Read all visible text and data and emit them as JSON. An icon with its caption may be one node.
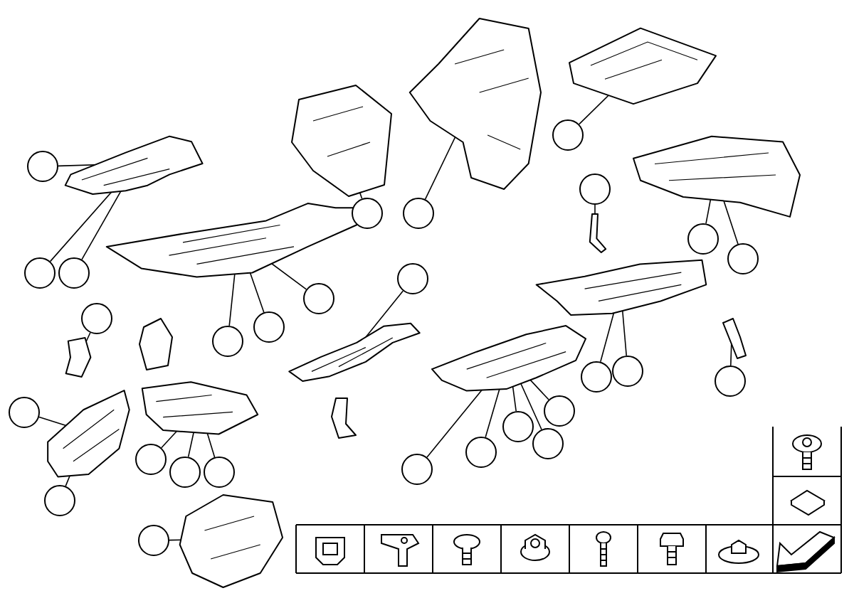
{
  "diagram": {
    "nodes": [
      {
        "text": [],
        "shape": "picture"
      },
      {
        "text": [],
        "shape": "picture"
      },
      {
        "text": [],
        "shape": "picture"
      },
      {
        "text": [],
        "shape": "picture"
      },
      {
        "text": [],
        "shape": "picture"
      },
      {
        "text": [],
        "shape": "picture"
      },
      {
        "text": [],
        "shape": "picture"
      },
      {
        "text": [],
        "shape": "picture"
      },
      {
        "text": [],
        "shape": "picture"
      },
      {
        "text": [],
        "shape": "picture"
      },
      {
        "text": [],
        "shape": "picture"
      },
      {
        "text": [],
        "shape": "picture"
      },
      {
        "text": [],
        "shape": "picture"
      },
      {
        "text": [],
        "shape": "picture"
      },
      {
        "text": [],
        "shape": "picture"
      },
      {
        "text": [],
        "shape": "picture"
      },
      {
        "text": [],
        "shape": "picture"
      },
      {
        "text": [],
        "shape": "circle"
      },
      {
        "text": [],
        "shape": "circle"
      },
      {
        "text": [],
        "shape": "circle"
      },
      {
        "text": [],
        "shape": "circle"
      },
      {
        "text": [],
        "shape": "circle"
      },
      {
        "text": [],
        "shape": "circle"
      },
      {
        "text": [],
        "shape": "circle"
      },
      {
        "text": [],
        "shape": "circle"
      },
      {
        "text": [],
        "shape": "circle"
      },
      {
        "text": [],
        "shape": "circle"
      },
      {
        "text": [],
        "shape": "circle"
      },
      {
        "text": [],
        "shape": "circle"
      },
      {
        "text": [],
        "shape": "circle"
      },
      {
        "text": [],
        "shape": "circle"
      },
      {
        "text": [],
        "shape": "circle"
      },
      {
        "text": [],
        "shape": "circle"
      },
      {
        "text": [],
        "shape": "circle"
      },
      {
        "text": [],
        "shape": "circle"
      },
      {
        "text": [],
        "shape": "circle"
      },
      {
        "text": [],
        "shape": "circle"
      },
      {
        "text": [],
        "shape": "circle"
      },
      {
        "text": [],
        "shape": "circle"
      },
      {
        "text": [],
        "shape": "circle"
      },
      {
        "text": [],
        "shape": "circle"
      },
      {
        "text": [],
        "shape": "circle"
      },
      {
        "text": [],
        "shape": "circle"
      },
      {
        "text": [],
        "shape": "circle"
      },
      {
        "text": [],
        "shape": "circle"
      }
    ],
    "edges": [
      {
        "from": 17,
        "to": 3,
        "arrow": "none"
      },
      {
        "from": 18,
        "to": 3,
        "arrow": "none"
      },
      {
        "from": 19,
        "to": 3,
        "arrow": "none"
      },
      {
        "from": 20,
        "to": 1,
        "arrow": "none"
      },
      {
        "from": 21,
        "to": 0,
        "arrow": "none"
      },
      {
        "from": 22,
        "to": 2,
        "arrow": "none"
      },
      {
        "from": 23,
        "to": 6,
        "arrow": "none"
      },
      {
        "from": 24,
        "to": 5,
        "arrow": "none"
      },
      {
        "from": 25,
        "to": 5,
        "arrow": "none"
      },
      {
        "from": 26,
        "to": 7,
        "arrow": "none"
      },
      {
        "from": 27,
        "to": 4,
        "arrow": "none"
      },
      {
        "from": 28,
        "to": 4,
        "arrow": "none"
      },
      {
        "from": 29,
        "to": 4,
        "arrow": "none"
      },
      {
        "from": 30,
        "to": 9,
        "arrow": "none"
      },
      {
        "from": 31,
        "to": 15,
        "arrow": "none"
      },
      {
        "from": 32,
        "to": 15,
        "arrow": "none"
      },
      {
        "from": 33,
        "to": 12,
        "arrow": "none"
      },
      {
        "from": 34,
        "to": 12,
        "arrow": "none"
      },
      {
        "from": 35,
        "to": 12,
        "arrow": "none"
      },
      {
        "from": 36,
        "to": 13,
        "arrow": "none"
      },
      {
        "from": 37,
        "to": 13,
        "arrow": "none"
      },
      {
        "from": 38,
        "to": 13,
        "arrow": "none"
      },
      {
        "from": 39,
        "to": 13,
        "arrow": "none"
      },
      {
        "from": 40,
        "to": 13,
        "arrow": "none"
      },
      {
        "from": 41,
        "to": 8,
        "arrow": "none"
      },
      {
        "from": 42,
        "to": 8,
        "arrow": "none"
      },
      {
        "from": 43,
        "to": 11,
        "arrow": "none"
      },
      {
        "from": 44,
        "to": 16,
        "arrow": "none"
      }
    ]
  }
}
